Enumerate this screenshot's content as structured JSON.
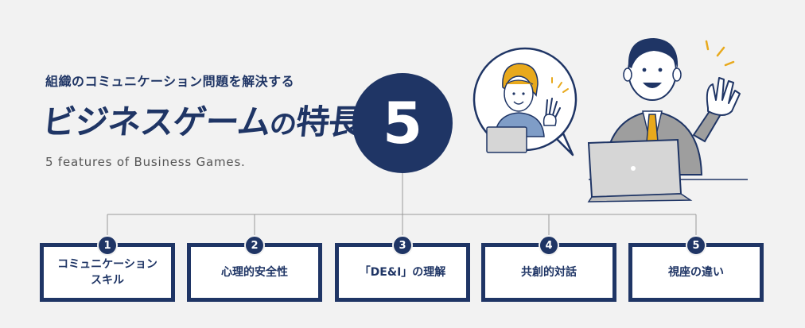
{
  "header": {
    "subtitle": "組織のコミュニケーション問題を解決する",
    "title_main": "ビジネスゲーム",
    "title_no": "の",
    "title_end": "特長",
    "number": "5",
    "english": "5 features of Business Games."
  },
  "features": [
    {
      "num": "1",
      "label": "コミュニケーション\nスキル"
    },
    {
      "num": "2",
      "label": "心理的安全性"
    },
    {
      "num": "3",
      "label": "「DE&I」の理解"
    },
    {
      "num": "4",
      "label": "共創的対話"
    },
    {
      "num": "5",
      "label": "視座の違い"
    }
  ],
  "colors": {
    "navy": "#1f3565",
    "background": "#f2f2f2",
    "accent_yellow": "#e8a91c"
  },
  "illustration": {
    "woman": "woman-waving-icon",
    "man": "businessman-waving-icon"
  }
}
